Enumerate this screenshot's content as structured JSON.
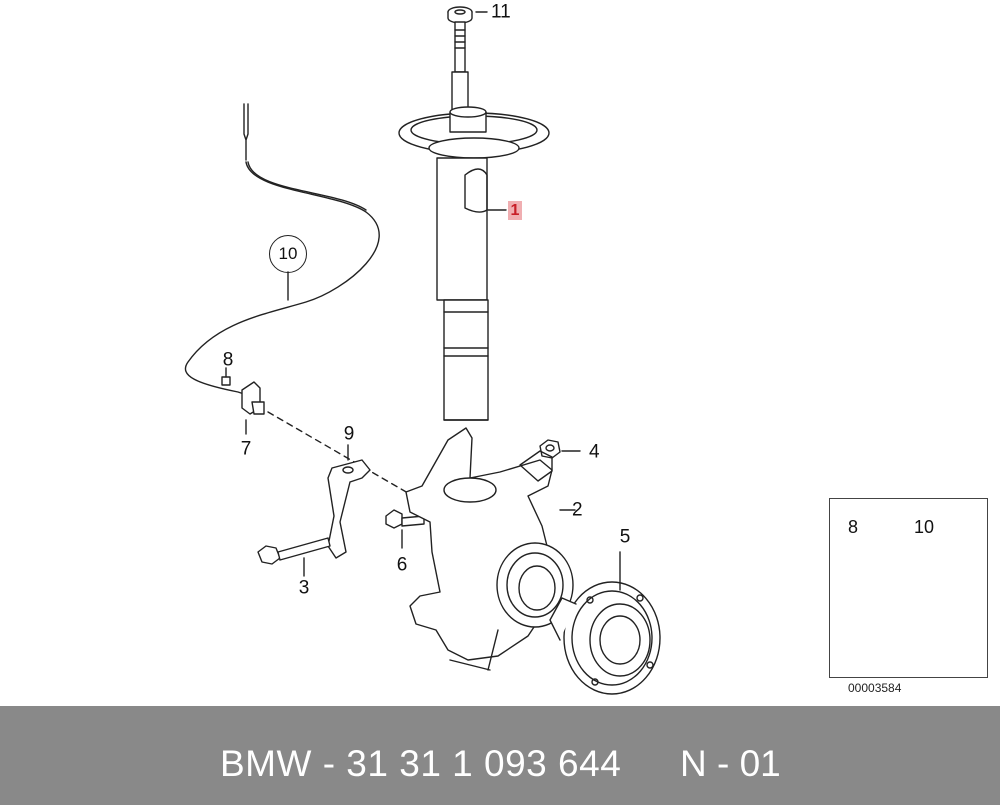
{
  "callouts": {
    "c1": "1",
    "c2": "2",
    "c3": "3",
    "c4": "4",
    "c5": "5",
    "c6": "6",
    "c7": "7",
    "c8": "8",
    "c9": "9",
    "c10": "10",
    "c11": "11"
  },
  "inset": {
    "label_8": "8",
    "label_10": "10",
    "reference_number": "00003584"
  },
  "footer": {
    "part_number": "BMW - 31 31 1 093 644",
    "page": "N - 01"
  },
  "colors": {
    "highlight_fill": "#f0aeb1",
    "highlight_text": "#c81e27",
    "footer_bg": "#898989"
  }
}
